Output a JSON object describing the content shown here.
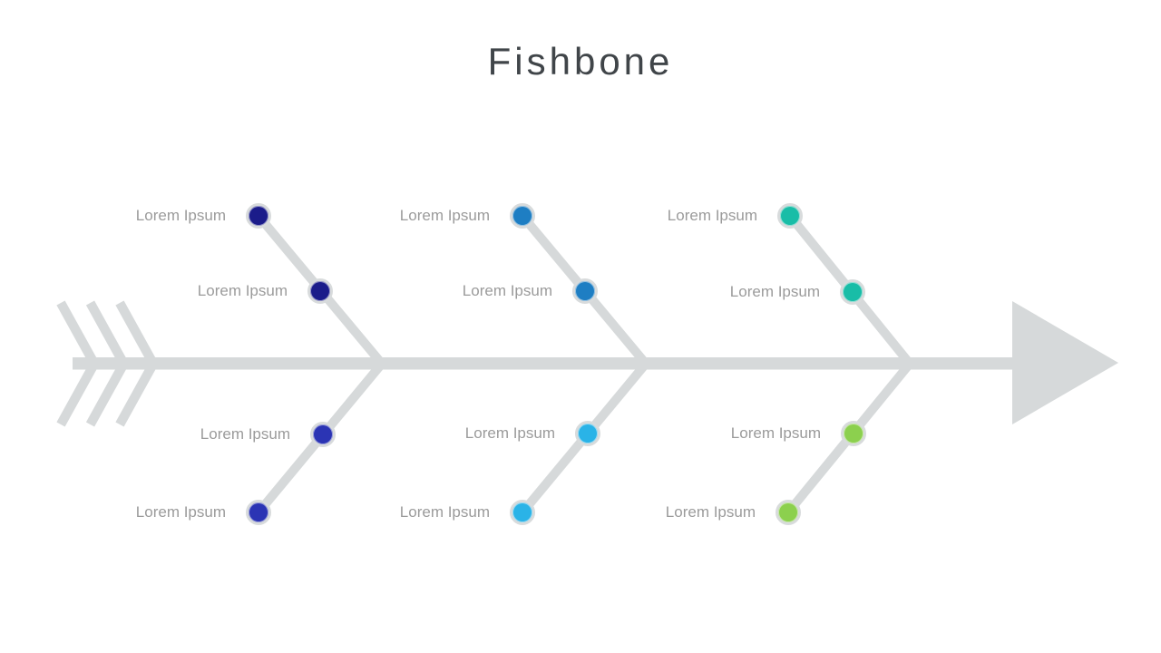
{
  "title": "Fishbone",
  "colors": {
    "background": "#ffffff",
    "bone": "#d6d9da",
    "dot_ring": "#d8dbdc",
    "label_text": "#9b9b9b",
    "title_text": "#404549"
  },
  "branches": [
    {
      "name": "top-left",
      "items": [
        {
          "label": "Lorem Ipsum",
          "color": "#1b1c8a"
        },
        {
          "label": "Lorem Ipsum",
          "color": "#1b1c8a"
        }
      ]
    },
    {
      "name": "bottom-left",
      "items": [
        {
          "label": "Lorem Ipsum",
          "color": "#2b34b4"
        },
        {
          "label": "Lorem Ipsum",
          "color": "#2b34b4"
        }
      ]
    },
    {
      "name": "top-middle",
      "items": [
        {
          "label": "Lorem Ipsum",
          "color": "#1e7ec3"
        },
        {
          "label": "Lorem Ipsum",
          "color": "#1e7ec3"
        }
      ]
    },
    {
      "name": "bottom-middle",
      "items": [
        {
          "label": "Lorem Ipsum",
          "color": "#2ab3e7"
        },
        {
          "label": "Lorem Ipsum",
          "color": "#2ab3e7"
        }
      ]
    },
    {
      "name": "top-right",
      "items": [
        {
          "label": "Lorem Ipsum",
          "color": "#19bda7"
        },
        {
          "label": "Lorem Ipsum",
          "color": "#19bda7"
        }
      ]
    },
    {
      "name": "bottom-right",
      "items": [
        {
          "label": "Lorem Ipsum",
          "color": "#8cd04e"
        },
        {
          "label": "Lorem Ipsum",
          "color": "#8cd04e"
        }
      ]
    }
  ]
}
